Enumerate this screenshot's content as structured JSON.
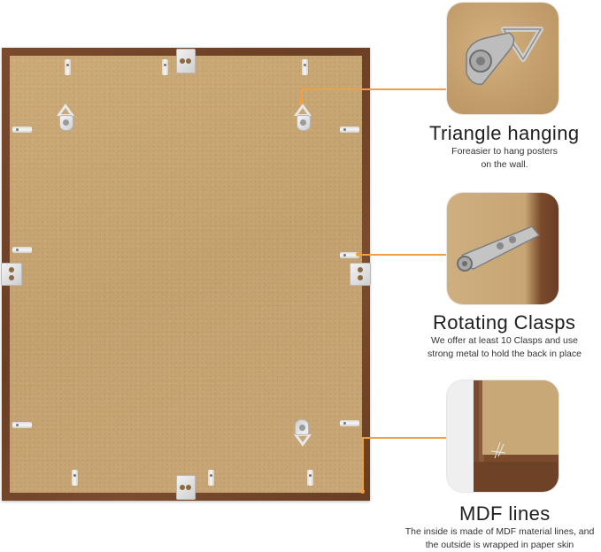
{
  "features": [
    {
      "title": "Triangle hanging",
      "description_lines": [
        "Foreasier to hang posters",
        "on the wall."
      ]
    },
    {
      "title": "Rotating Clasps",
      "description_lines": [
        "We offer at least 10 Clasps and use",
        "strong metal to hold the back in place"
      ]
    },
    {
      "title": "MDF lines",
      "description_lines": [
        "The inside is made of MDF material lines, and",
        "the outside is wrapped in paper skin"
      ]
    }
  ],
  "colors": {
    "frame_wood": "#6b3f24",
    "backboard": "#c9a877",
    "leader_line": "#f0a040",
    "text": "#1e1e1e"
  },
  "icons": [
    "triangle-hanger-icon",
    "rotating-clasp-icon",
    "mdf-corner-icon"
  ]
}
